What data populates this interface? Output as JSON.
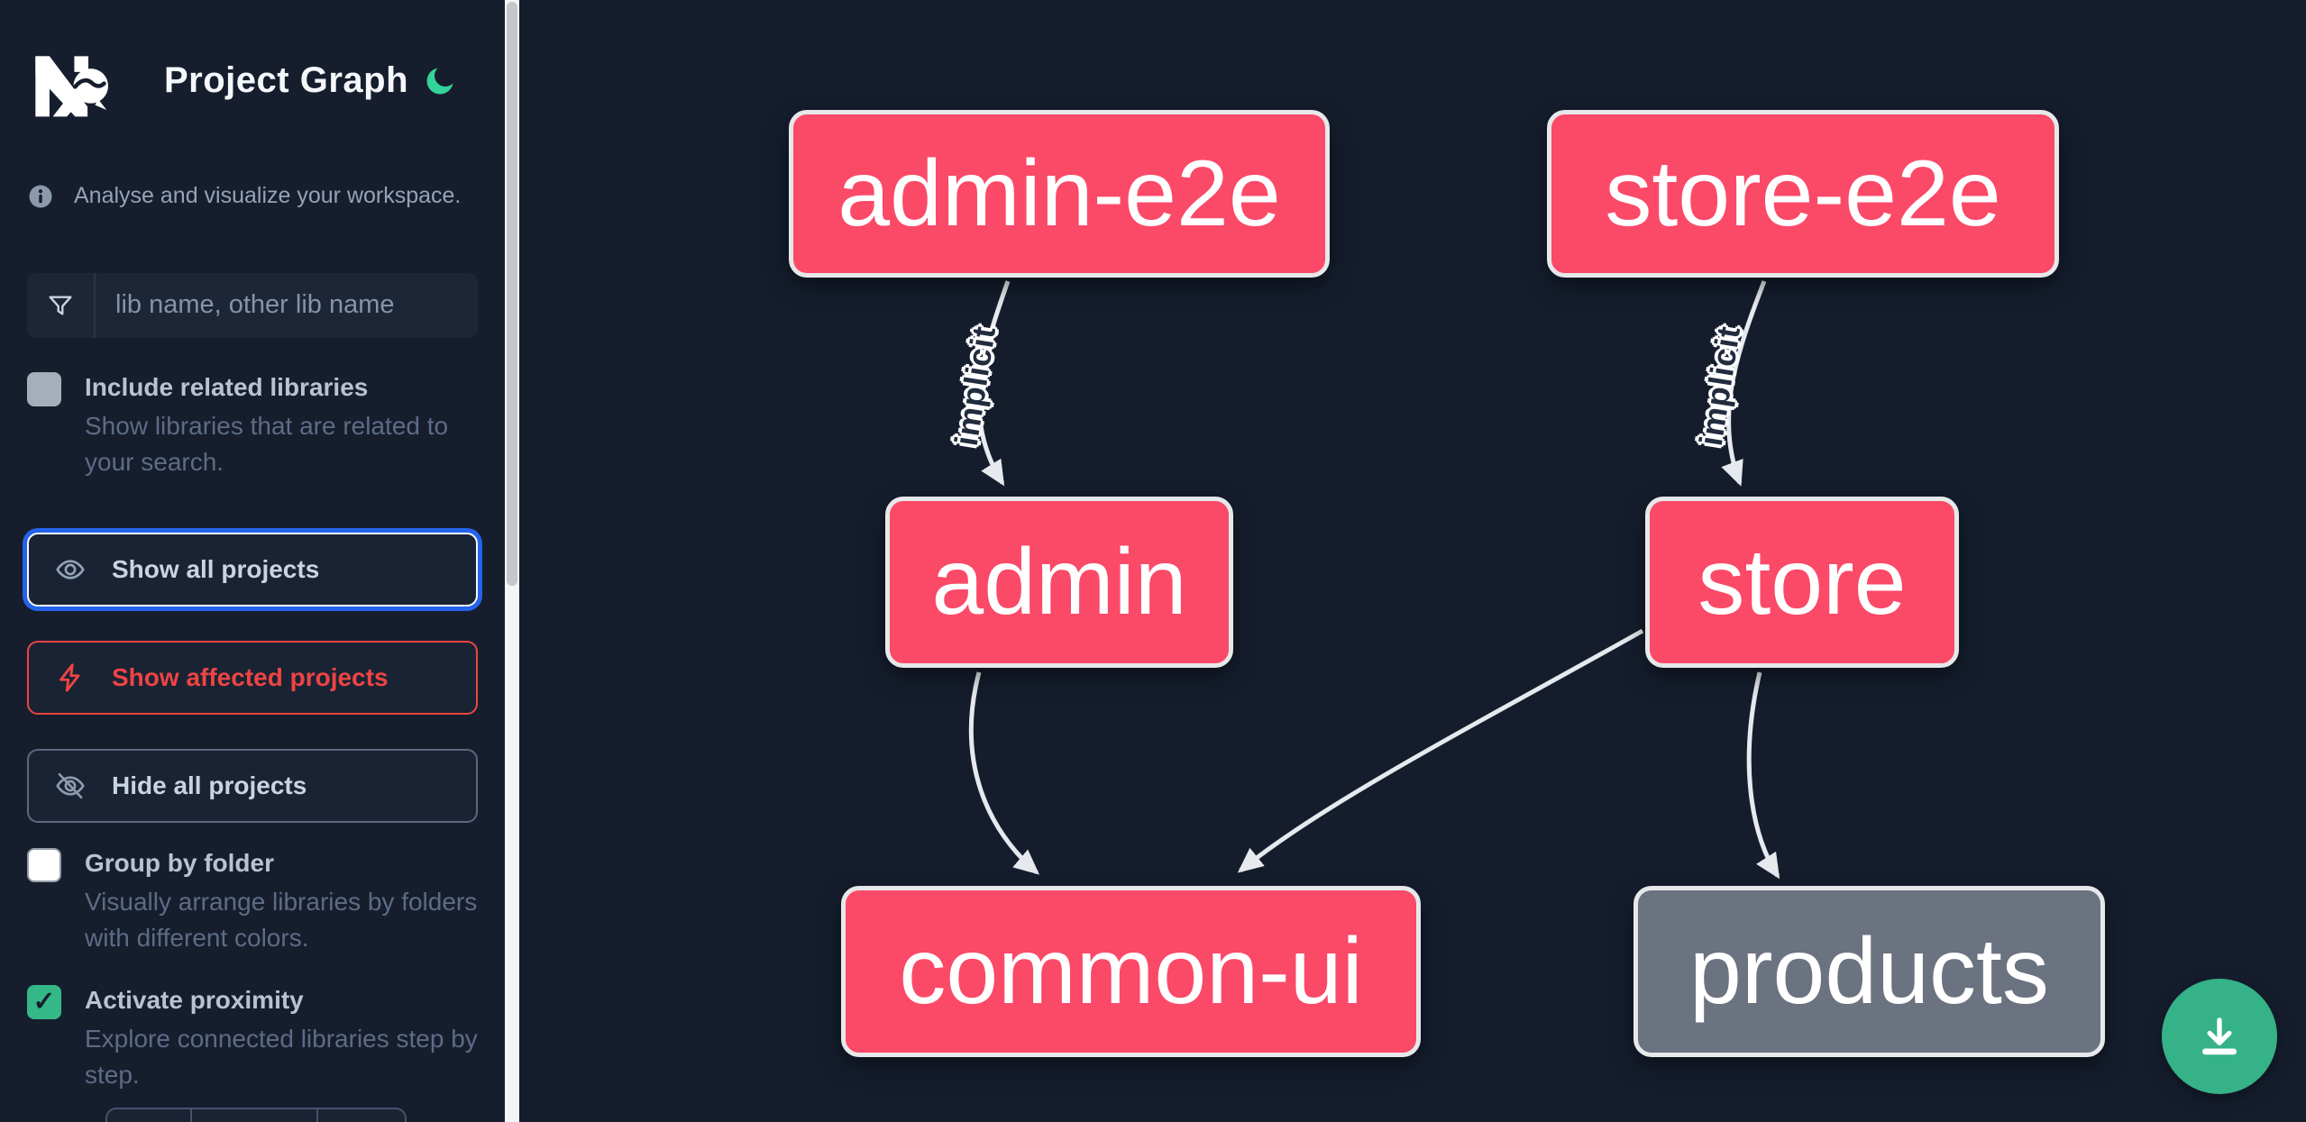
{
  "header": {
    "title": "Project Graph",
    "logo_icon": "nx-logo",
    "theme_toggle_icon": "moon-icon"
  },
  "sidebar": {
    "tagline": "Analyse and visualize your workspace.",
    "search": {
      "placeholder": "lib name, other lib name",
      "value": "",
      "icon": "funnel-icon"
    },
    "options": [
      {
        "label": "Include related libraries",
        "description": "Show libraries that are related to your search.",
        "state": "unchecked-muted",
        "glyph": ""
      },
      {
        "label": "Group by folder",
        "description": "Visually arrange libraries by folders with different colors.",
        "state": "unchecked",
        "glyph": ""
      },
      {
        "label": "Activate proximity",
        "description": "Explore connected libraries step by step.",
        "state": "checked",
        "glyph": "✓"
      }
    ],
    "buttons": [
      {
        "label": "Show all projects",
        "icon": "eye-icon",
        "variant": "focused"
      },
      {
        "label": "Show affected projects",
        "icon": "bolt-icon",
        "variant": "affected"
      },
      {
        "label": "Hide all projects",
        "icon": "eye-off-icon",
        "variant": "default"
      }
    ]
  },
  "graph": {
    "nodes": [
      {
        "id": "admin-e2e",
        "label": "admin-e2e",
        "style": "pink"
      },
      {
        "id": "store-e2e",
        "label": "store-e2e",
        "style": "pink"
      },
      {
        "id": "admin",
        "label": "admin",
        "style": "pink"
      },
      {
        "id": "store",
        "label": "store",
        "style": "pink"
      },
      {
        "id": "common-ui",
        "label": "common-ui",
        "style": "pink"
      },
      {
        "id": "products",
        "label": "products",
        "style": "gray"
      }
    ],
    "edges": [
      {
        "from": "admin-e2e",
        "to": "admin",
        "label": "implicit"
      },
      {
        "from": "store-e2e",
        "to": "store",
        "label": "implicit"
      },
      {
        "from": "admin",
        "to": "common-ui",
        "label": ""
      },
      {
        "from": "store",
        "to": "common-ui",
        "label": ""
      },
      {
        "from": "store",
        "to": "products",
        "label": ""
      }
    ]
  },
  "fab": {
    "icon": "download-icon"
  },
  "colors": {
    "node_pink": "#fb4968",
    "node_gray": "#6b7280",
    "edge": "#e6e9ee",
    "focus_blue": "#2463eb",
    "affected_red": "#ee4444",
    "fab_green": "#35b287",
    "moon_green": "#34d399",
    "background": "#151d2d"
  }
}
